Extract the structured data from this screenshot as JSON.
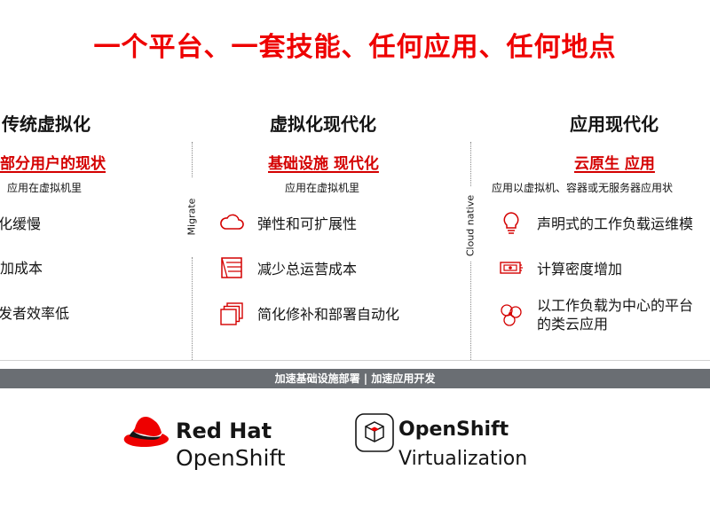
{
  "title": "一个平台、一套技能、任何应用、任何地点",
  "columns": [
    {
      "heading": "传统虚拟化",
      "subheading": "大部分用户的现状",
      "description": "应用在虚拟机里",
      "items": [
        "化缓慢",
        "加成本",
        "发者效率低"
      ]
    },
    {
      "heading": "虚拟化现代化",
      "subheading": "基础设施 现代化",
      "description": "应用在虚拟机里",
      "items": [
        "弹性和可扩展性",
        "减少总运营成本",
        "简化修补和部署自动化"
      ],
      "icons": [
        "cloud-icon",
        "cost-chart-icon",
        "stacked-layers-icon"
      ]
    },
    {
      "heading": "应用现代化",
      "subheading": "云原生 应用",
      "description": "应用以虚拟机、容器或无服务器应用状",
      "items": [
        "声明式的工作负载运维模",
        "计算密度增加",
        "以工作负载为中心的平台"
      ],
      "item_continuation": "的类云应用",
      "icons": [
        "lightbulb-icon",
        "server-density-icon",
        "workload-circles-icon"
      ]
    }
  ],
  "transitions": [
    "Migrate",
    "Cloud native"
  ],
  "banner": "加速基础设施部署 | 加速应用开发",
  "logos": {
    "redhat": {
      "line1": "Red Hat",
      "line2": "OpenShift"
    },
    "virtualization": {
      "line1": "OpenShift",
      "line2": "Virtualization"
    }
  },
  "colors": {
    "accent": "#ee0000",
    "banner": "#6a6e73"
  }
}
